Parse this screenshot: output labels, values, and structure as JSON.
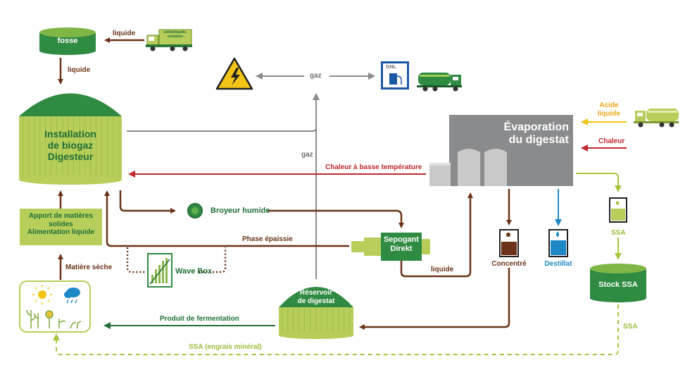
{
  "colors": {
    "dark_green": "#1f6e37",
    "mid_green": "#4f9a3c",
    "light_green": "#b7cf5a",
    "pale_green": "#d8e6a0",
    "lime": "#a7c640",
    "brown": "#6b3319",
    "red": "#c0282e",
    "grey": "#8a8b8d",
    "light_grey": "#c9c9c9",
    "blue": "#1e88c7",
    "yellow": "#f2c417"
  },
  "nodes": {
    "fosse": "fosse",
    "truck_container": "solide/liquide-\ncontainer",
    "installation": "Installation\nde biogaz\nDigesteur",
    "apport": "Apport de matières\nsolides\nAlimentation liquide",
    "broyeur": "Broyeur humide",
    "wave_box": "Wave Box",
    "sepogant": "Sepogant\nDirekt",
    "reservoir": "Réservoir\nde digestat",
    "evaporation": "Évaporation\ndu digestat",
    "gnl": "GNL",
    "concentre": "Concentré",
    "distillat": "Destillat",
    "ssa_jar": "SSA",
    "stock_ssa": "Stock SSA"
  },
  "flows": {
    "liquide_truck": "liquide",
    "liquide_fosse": "liquide",
    "gaz_horizontal": "gaz",
    "gaz_vertical": "gaz",
    "chaleur_basse": "Chaleur à basse température",
    "acide": "Acide\nliquide",
    "chaleur": "Chaleur",
    "phase_epaissie": "Phase épaissie",
    "liquide_sepogant": "liquide",
    "matiere_seche": "Matière sèche",
    "produit_fermentation": "Produit de fermentation",
    "ssa_mineral": "SSA (engrais minéral)",
    "ssa_stock": "SSA"
  }
}
